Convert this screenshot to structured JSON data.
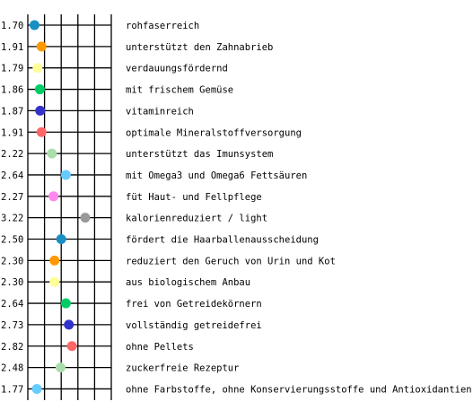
{
  "chart_data": {
    "type": "scatter",
    "xlim": [
      1.5,
      4.0
    ],
    "grid": true,
    "categories": [
      "rohfaserreich",
      "unterstützt den Zahnabrieb",
      "verdauungsfördernd",
      "mit frischem Gemüse",
      "vitaminreich",
      "optimale Mineralstoffversorgung",
      "unterstützt das Imunsystem",
      "mit Omega3 und Omega6 Fettsäuren",
      "füt Haut- und Fellpflege",
      "kalorienreduziert / light",
      "fördert die Haarballenausscheidung",
      "reduziert den Geruch von Urin und Kot",
      "aus biologischem Anbau",
      "frei von Getreidekörnern",
      "vollständig getreidefrei",
      "ohne Pellets",
      "zuckerfreie Rezeptur",
      "ohne Farbstoffe, ohne Konservierungsstoffe und Antioxidantien"
    ],
    "value_labels": [
      "1.70",
      "1.91",
      "1.79",
      "1.86",
      "1.87",
      "1.91",
      "2.22",
      "2.64",
      "2.27",
      "3.22",
      "2.50",
      "2.30",
      "2.30",
      "2.64",
      "2.73",
      "2.82",
      "2.48",
      "1.77"
    ],
    "values": [
      1.7,
      1.91,
      1.79,
      1.86,
      1.87,
      1.91,
      2.22,
      2.64,
      2.27,
      3.22,
      2.5,
      2.3,
      2.3,
      2.64,
      2.73,
      2.82,
      2.48,
      1.77
    ],
    "colors": [
      "#1a8fc4",
      "#ff9900",
      "#ffff99",
      "#00cc66",
      "#3333cc",
      "#ff6666",
      "#aaddaa",
      "#66ccff",
      "#ff88ee",
      "#999999",
      "#1a8fc4",
      "#ff9900",
      "#ffff99",
      "#00cc66",
      "#3333cc",
      "#ff6666",
      "#aaddaa",
      "#66ccff"
    ]
  }
}
